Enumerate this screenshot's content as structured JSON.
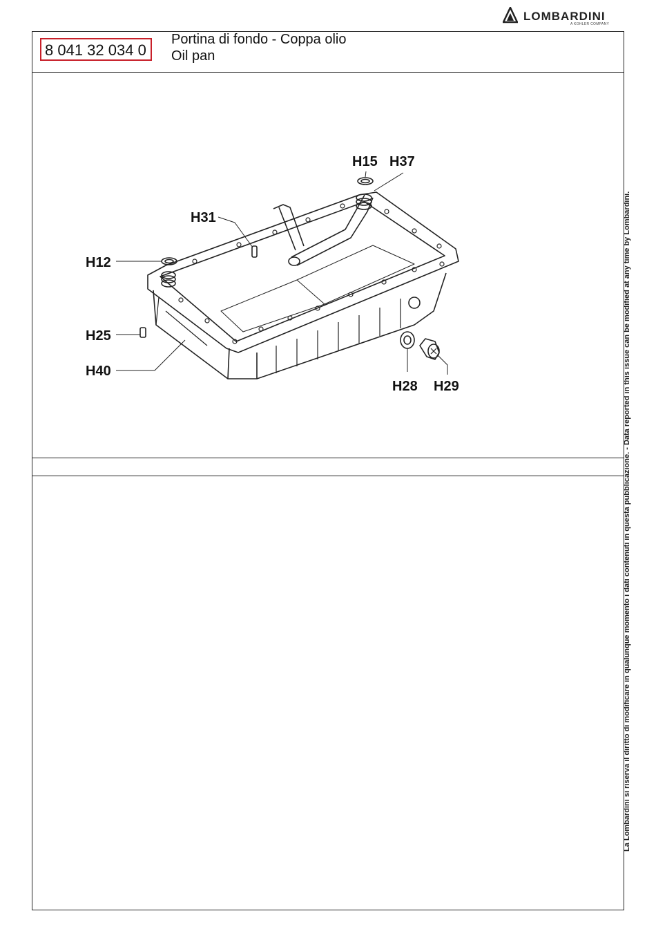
{
  "brand": {
    "name": "LOMBARDINI",
    "subtitle": "A KOHLER COMPANY"
  },
  "header": {
    "part_code": "8 041 32 034 0",
    "title_it": "Portina di fondo - Coppa olio",
    "title_en": "Oil pan"
  },
  "diagram": {
    "labels": {
      "h15": "H15",
      "h37": "H37",
      "h31": "H31",
      "h12": "H12",
      "h25": "H25",
      "h40": "H40",
      "h28": "H28",
      "h29": "H29"
    }
  },
  "side_note": "La Lombardini si riserva il diritto di modificare in qualunque momento i dati contenuti in questa pubblicazione.   -   Data reported in this issue can be modified at any time by Lombardini.",
  "colors": {
    "code_box_border": "#c8202a",
    "line": "#222222"
  }
}
